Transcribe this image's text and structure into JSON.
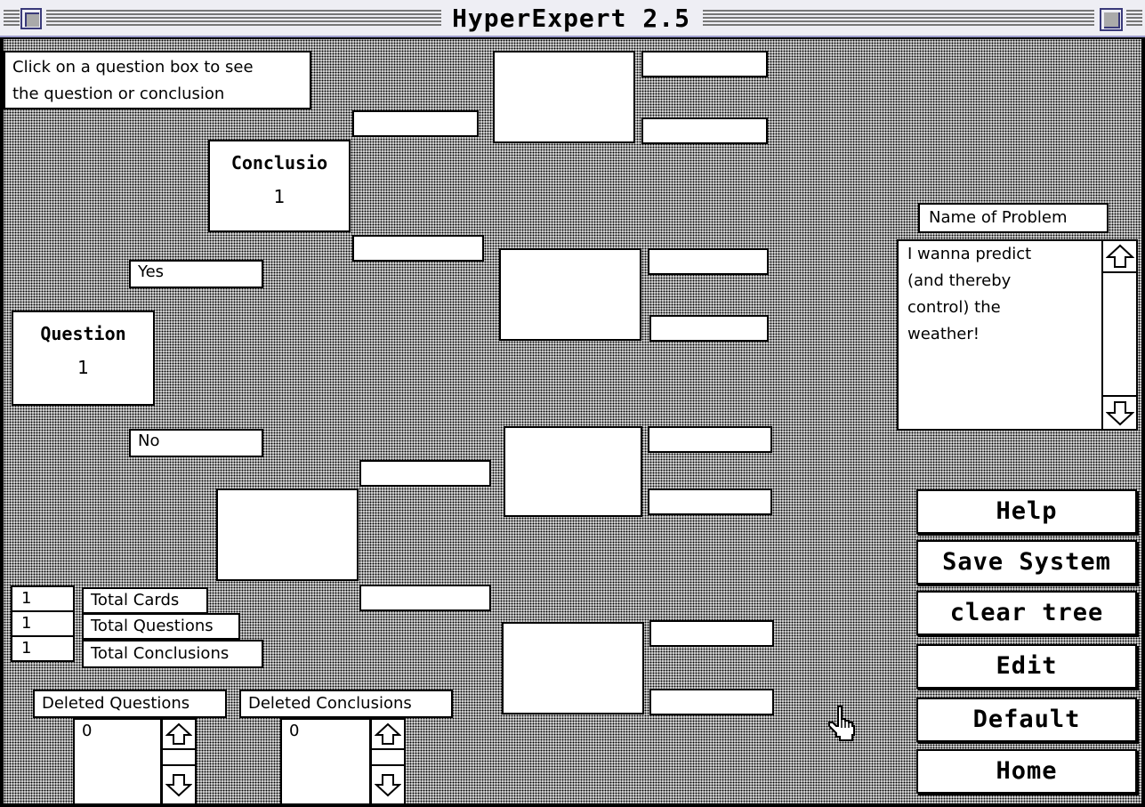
{
  "window": {
    "title": "HyperExpert 2.5"
  },
  "instructions": {
    "line1": "Click on a question box to see",
    "line2": "the question or conclusion"
  },
  "tree": {
    "conclusion_node": {
      "title": "Conclusio",
      "number": "1"
    },
    "question_node": {
      "title": "Question",
      "number": "1"
    },
    "branches": {
      "yes": "Yes",
      "no": "No"
    }
  },
  "problem": {
    "label": "Name of Problem",
    "text_lines": [
      "I wanna predict",
      "(and thereby",
      "control) the",
      "weather!"
    ]
  },
  "stats": {
    "rows": [
      {
        "value": "1",
        "label": "Total Cards"
      },
      {
        "value": "1",
        "label": "Total Questions"
      },
      {
        "value": "1",
        "label": "Total Conclusions"
      }
    ]
  },
  "deleted": {
    "questions": {
      "label": "Deleted Questions",
      "value": "0"
    },
    "conclusions": {
      "label": "Deleted Conclusions",
      "value": "0"
    }
  },
  "buttons": {
    "help": "Help",
    "save_system": "Save System",
    "clear_tree": "clear tree",
    "edit": "Edit",
    "default": "Default",
    "home": "Home"
  },
  "icons": {
    "close_box": "close-box-icon",
    "zoom_box": "zoom-box-icon",
    "scroll_up": "arrow-up-icon",
    "scroll_down": "arrow-down-icon",
    "cursor": "hand-cursor-icon"
  }
}
